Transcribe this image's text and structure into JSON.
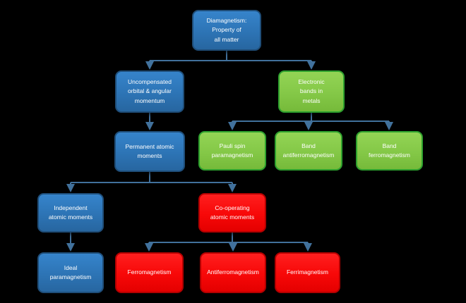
{
  "diagram": {
    "type": "hierarchy-flowchart",
    "topic": "Types of magnetism",
    "background_color": "#000000",
    "colors": {
      "blue_fill": "#2D74B5",
      "blue_border": "#1F4E79",
      "green_fill": "#84C847",
      "green_border": "#2EA12E",
      "red_fill": "#F70808",
      "red_border": "#B30000",
      "connector": "#41719C",
      "text": "#FFFFFF"
    },
    "nodes": {
      "diamagnetism": {
        "label": "Diamagnetism:\nProperty of\nall matter",
        "color": "blue"
      },
      "uncompensated": {
        "label": "Uncompensated\norbital & angular\nmomentum",
        "color": "blue"
      },
      "electronic_bands": {
        "label": "Electronic\nbands in\nmetals",
        "color": "green"
      },
      "permanent_moments": {
        "label": "Permanent atomic\nmoments",
        "color": "blue"
      },
      "pauli_spin": {
        "label": "Pauli spin\nparamagnetism",
        "color": "green"
      },
      "band_antiferromagnetism": {
        "label": "Band\nantiferromagnetism",
        "color": "green"
      },
      "band_ferromagnetism": {
        "label": "Band\nferromagnetism",
        "color": "green"
      },
      "independent_moments": {
        "label": "Independent\natomic moments",
        "color": "blue"
      },
      "cooperating_moments": {
        "label": "Co-operating\natomic moments",
        "color": "red"
      },
      "ideal_paramagnetism": {
        "label": "Ideal\nparamagnetism",
        "color": "blue"
      },
      "ferromagnetism": {
        "label": "Ferromagnetism",
        "color": "red"
      },
      "antiferromagnetism": {
        "label": "Antiferromagnetism",
        "color": "red"
      },
      "ferrimagnetism": {
        "label": "Ferrimagnetism",
        "color": "red"
      }
    },
    "edges": [
      {
        "from": "diamagnetism",
        "to": "uncompensated"
      },
      {
        "from": "diamagnetism",
        "to": "electronic_bands"
      },
      {
        "from": "uncompensated",
        "to": "permanent_moments"
      },
      {
        "from": "electronic_bands",
        "to": "pauli_spin"
      },
      {
        "from": "electronic_bands",
        "to": "band_antiferromagnetism"
      },
      {
        "from": "electronic_bands",
        "to": "band_ferromagnetism"
      },
      {
        "from": "permanent_moments",
        "to": "independent_moments"
      },
      {
        "from": "permanent_moments",
        "to": "cooperating_moments"
      },
      {
        "from": "independent_moments",
        "to": "ideal_paramagnetism"
      },
      {
        "from": "cooperating_moments",
        "to": "ferromagnetism"
      },
      {
        "from": "cooperating_moments",
        "to": "antiferromagnetism"
      },
      {
        "from": "cooperating_moments",
        "to": "ferrimagnetism"
      }
    ]
  }
}
